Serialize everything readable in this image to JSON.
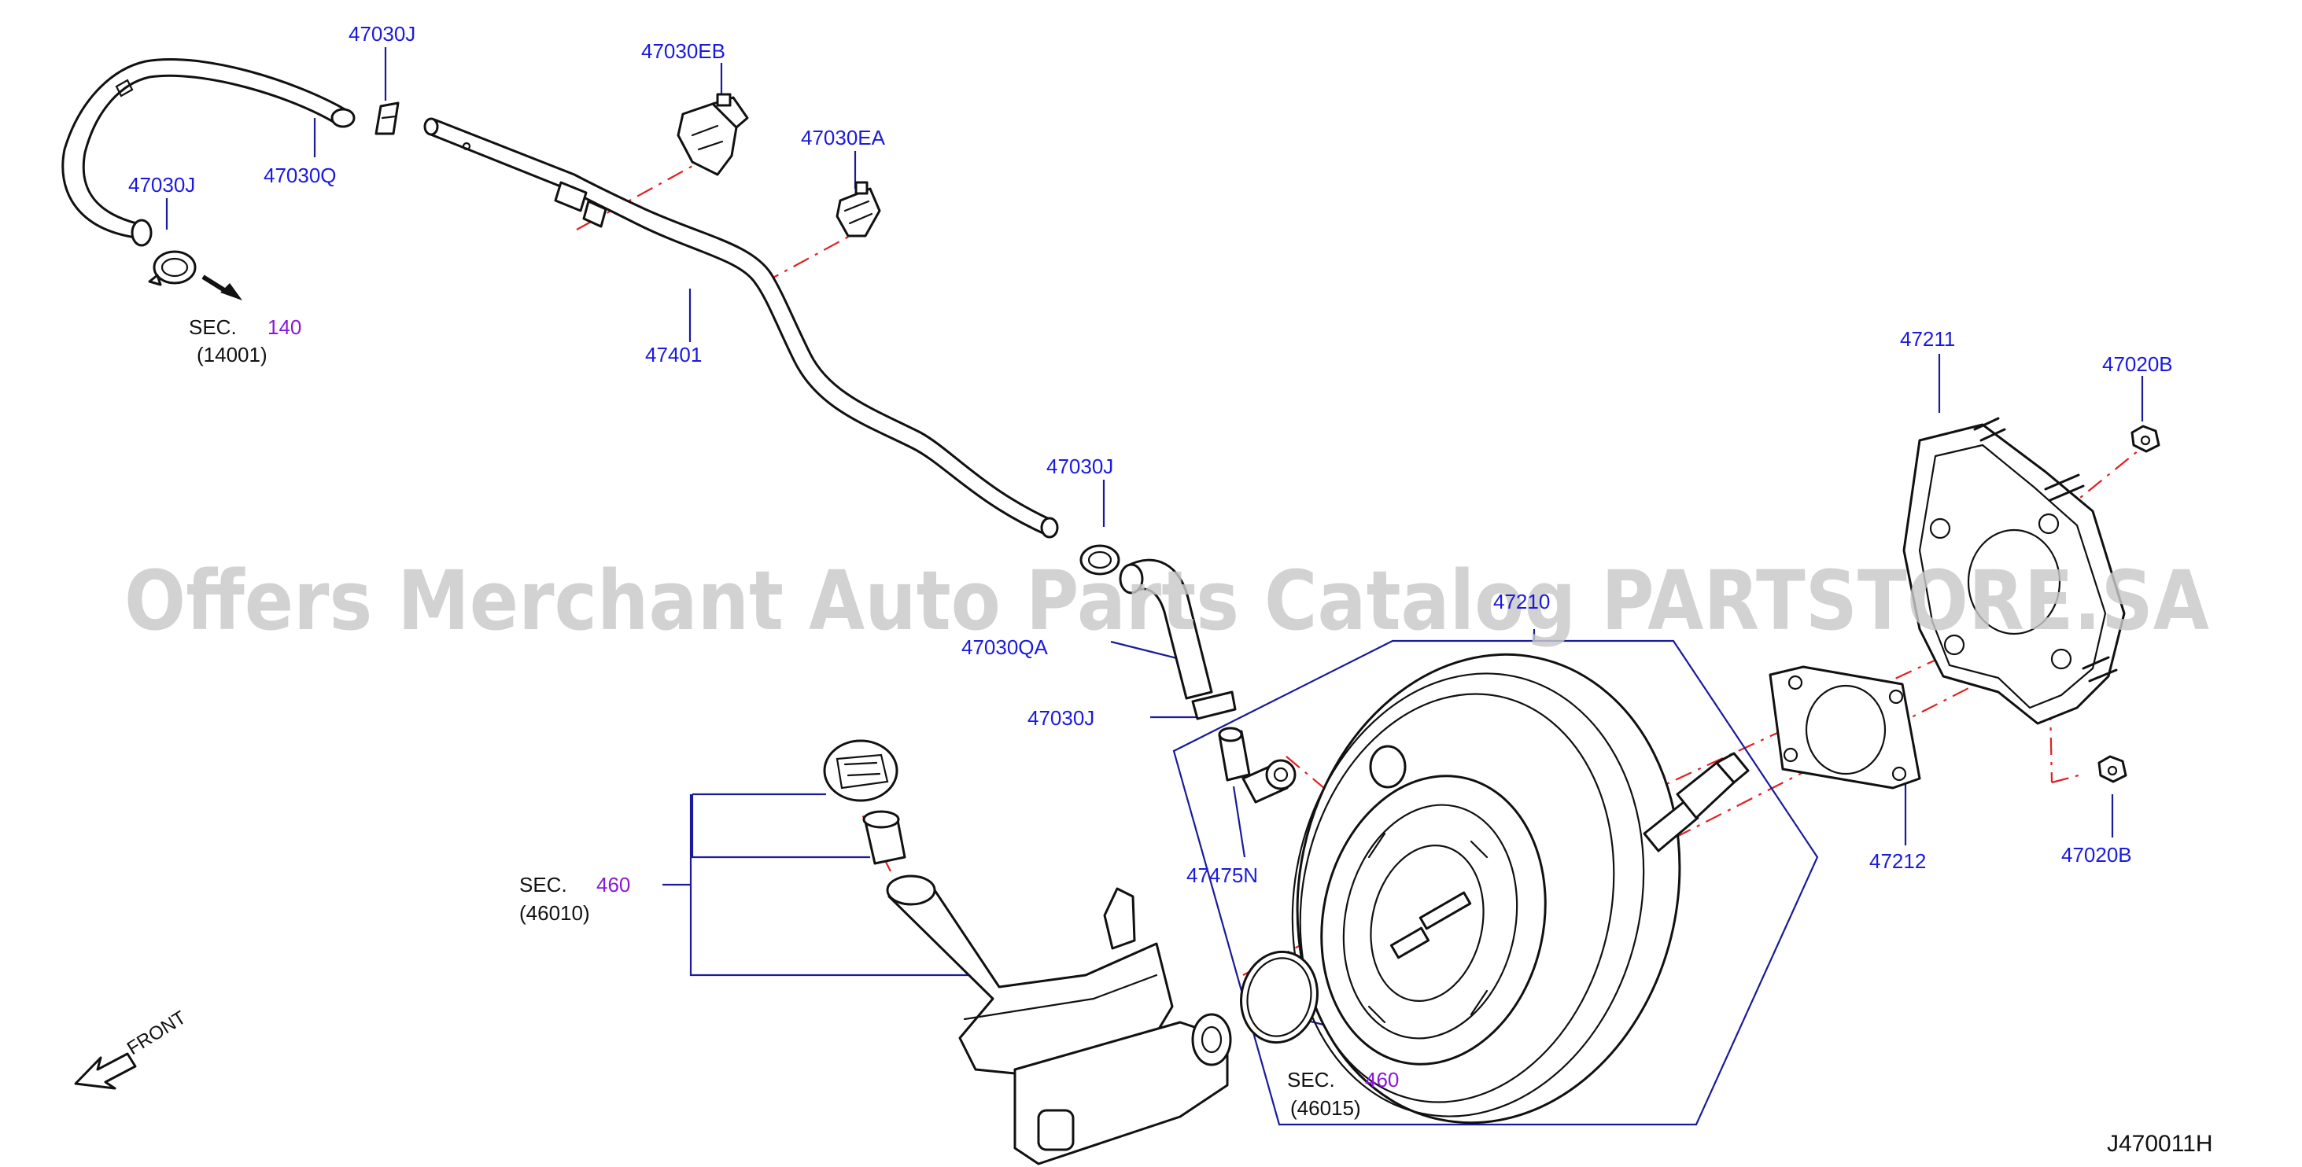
{
  "diagram_code": "J470011H",
  "watermark": "Offers Merchant Auto Parts Catalog PARTSTORE.SA",
  "front_label": "FRONT",
  "part_labels": {
    "hose_clamp_top": "47030J",
    "vacuum_hose_upper": "47030Q",
    "hose_clamp_left": "47030J",
    "clip_eb": "47030EB",
    "clip_ea": "47030EA",
    "vacuum_pipe": "47401",
    "hose_clamp_mid": "47030J",
    "vacuum_hose_lower": "47030QA",
    "hose_clamp_lower": "47030J",
    "check_valve": "47475N",
    "booster": "47210",
    "bracket": "47211",
    "gasket": "47212",
    "nut_upper": "47020B",
    "nut_lower": "47020B"
  },
  "section_refs": {
    "engine": {
      "prefix": "SEC.",
      "number": "140",
      "group": "(14001)"
    },
    "reservoir": {
      "prefix": "SEC.",
      "number": "460",
      "group": "(46010)"
    },
    "master_cylinder": {
      "prefix": "SEC.",
      "number": "460",
      "group": "(46015)"
    }
  }
}
